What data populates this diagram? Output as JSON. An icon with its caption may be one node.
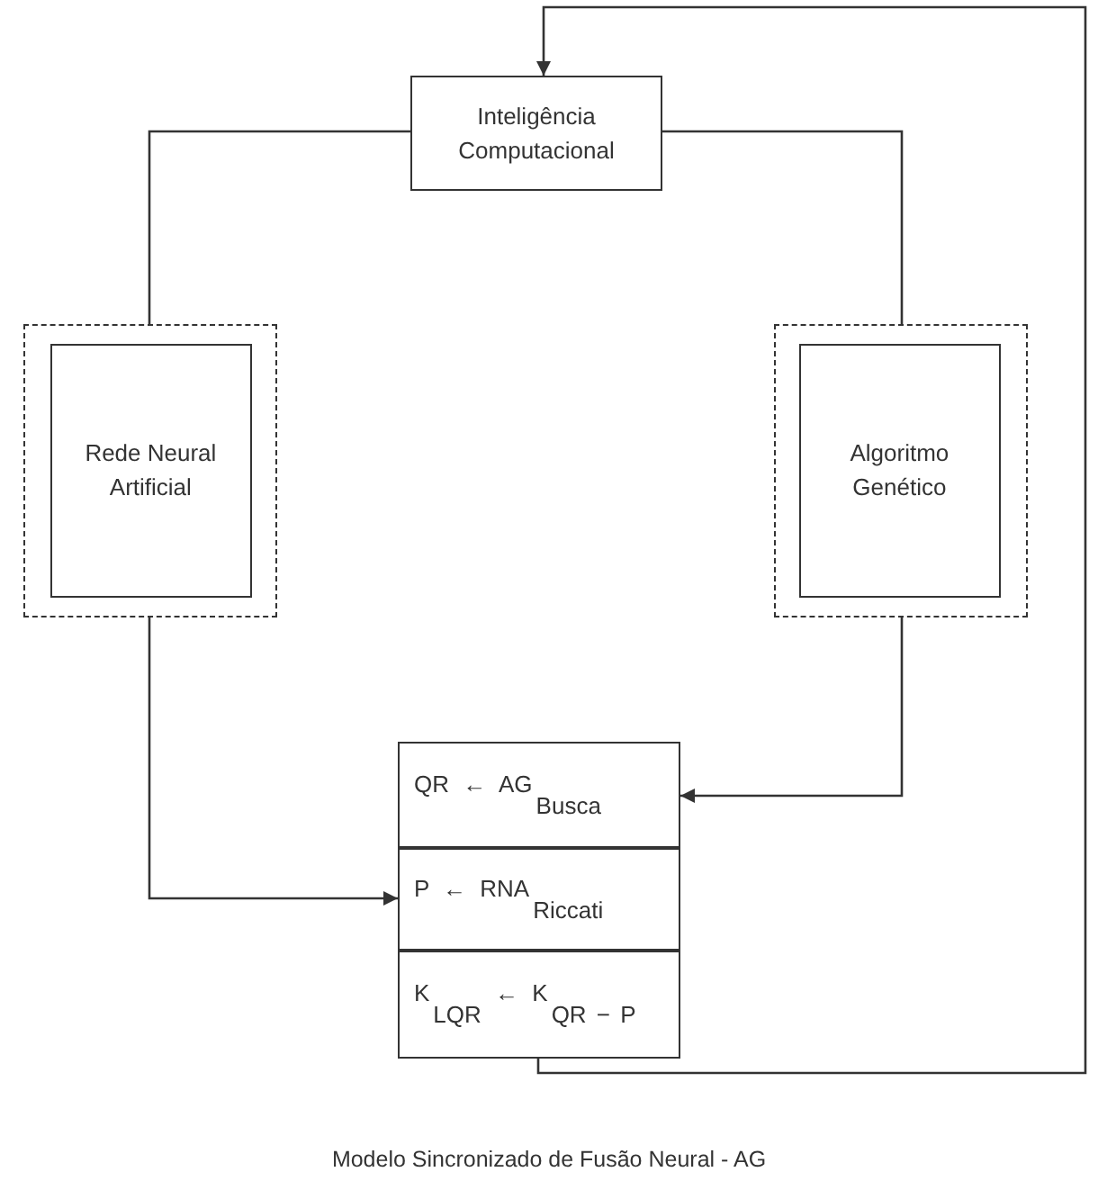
{
  "diagram": {
    "caption": "Modelo Sincronizado de Fusão Neural - AG",
    "nodes": [
      {
        "text": [
          "Inteligência Computacional"
        ]
      },
      {
        "text": [],
        "shape": "box"
      },
      {
        "text": [
          "Rede Neural Artificial"
        ],
        "in": 1
      },
      {
        "text": [],
        "shape": "box"
      },
      {
        "text": [
          "Algoritmo Genético"
        ],
        "in": 3
      },
      {
        "text": [
          "QR ← AG$_{Busca}$"
        ]
      },
      {
        "text": [
          "P ← RNA$_{Riccati}$"
        ]
      },
      {
        "text": [
          "K$_{LQR}$ ← K$_{QR − P}$"
        ]
      }
    ],
    "edges": [
      {
        "from": 0,
        "to": 1,
        "arrow": "none"
      },
      {
        "from": 0,
        "to": 3,
        "arrow": "none"
      },
      {
        "from": 1,
        "to": 6,
        "arrow": "to"
      },
      {
        "from": 3,
        "to": 5,
        "arrow": "to"
      },
      {
        "from": 7,
        "to": 0,
        "arrow": "to"
      }
    ]
  }
}
